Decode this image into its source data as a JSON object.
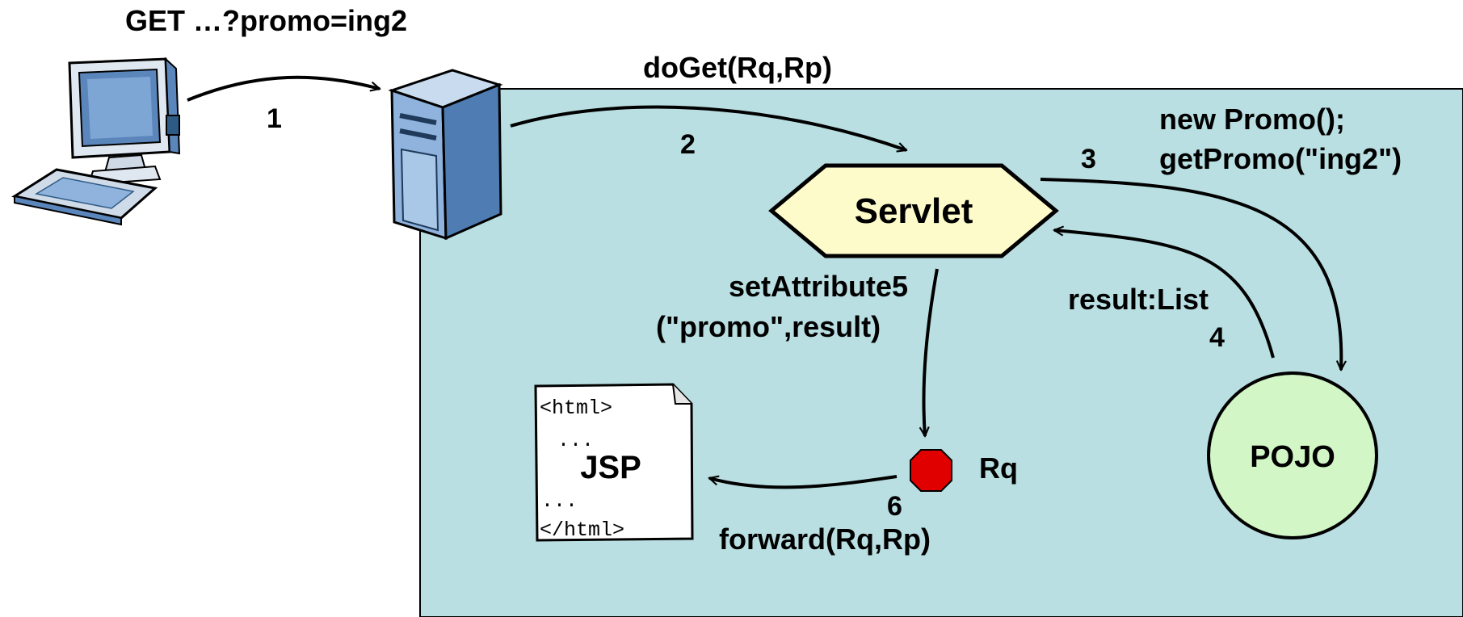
{
  "colors": {
    "container_fill": "#b9dfe2",
    "servlet_fill": "#fdfbc9",
    "pojo_fill": "#d2f6c5",
    "stop_fill": "#e10000",
    "monitor_blue": "#5b86bb",
    "server_blue": "#8fb3dc"
  },
  "icons": {
    "client": "desktop-computer-icon",
    "server": "server-tower-icon",
    "request": "stop-octagon-icon",
    "jsp": "document-icon"
  },
  "labels": {
    "request_url": "GET …?promo=ing2",
    "doget": "doGet(Rq,Rp)",
    "new_promo": "new Promo();",
    "get_promo": "getPromo(\"ing2\")",
    "result_list": "result:List",
    "set_attribute": "setAttribute5",
    "set_attribute_args": "(\"promo\",result)",
    "forward": "forward(Rq,Rp)",
    "rq": "Rq"
  },
  "steps": {
    "s1": "1",
    "s2": "2",
    "s3": "3",
    "s4": "4",
    "s6": "6"
  },
  "nodes": {
    "servlet": "Servlet",
    "pojo": "POJO",
    "jsp": "JSP"
  },
  "jsp_doc": {
    "line1": "<html>",
    "line2": "...",
    "line3": "...",
    "line4": "</html>"
  }
}
